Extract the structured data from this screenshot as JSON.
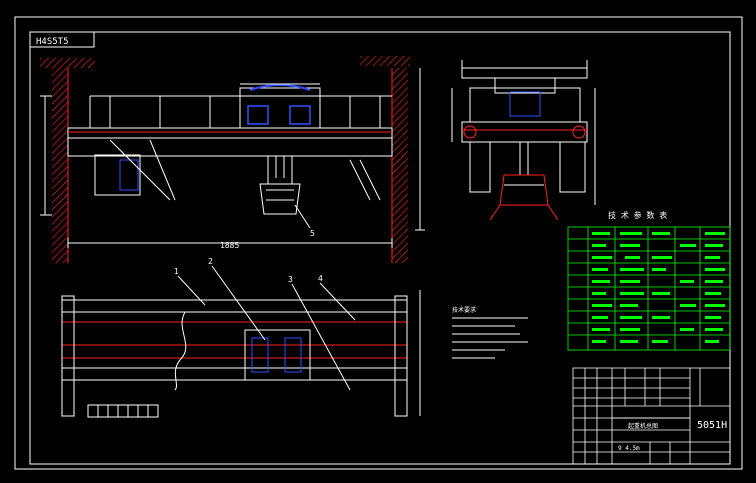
{
  "drawing": {
    "code_box": "H4S5T5",
    "title_code": "5051H",
    "span_dim": "1885",
    "param_table_title": "技 术 参 数 表",
    "notes_title": "技术要求",
    "title_block_name": "起重机总图",
    "title_block_scale": "9 4.5m",
    "callouts": [
      "1",
      "2",
      "3",
      "4",
      "5"
    ]
  },
  "colors": {
    "background": "#000000",
    "lines": "#ffffff",
    "hatch": "#ff2020",
    "accent_blue": "#3050ff",
    "table_green": "#00ff00"
  }
}
